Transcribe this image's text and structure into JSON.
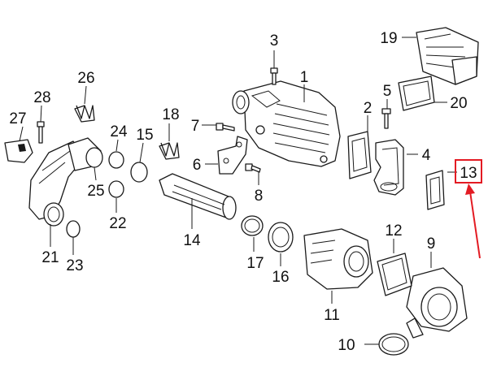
{
  "callouts": {
    "c1": "1",
    "c2": "2",
    "c3": "3",
    "c4": "4",
    "c5": "5",
    "c6": "6",
    "c7": "7",
    "c8": "8",
    "c9": "9",
    "c10": "10",
    "c11": "11",
    "c12": "12",
    "c13": "13",
    "c14": "14",
    "c15": "15",
    "c16": "16",
    "c17": "17",
    "c18": "18",
    "c19": "19",
    "c20": "20",
    "c21": "21",
    "c22": "22",
    "c23": "23",
    "c24": "24",
    "c25": "25",
    "c26": "26",
    "c27": "27",
    "c28": "28"
  },
  "highlight": {
    "callout": "13",
    "color": "#e31b23"
  },
  "colors": {
    "line": "#1a1a1a",
    "background": "#ffffff"
  }
}
